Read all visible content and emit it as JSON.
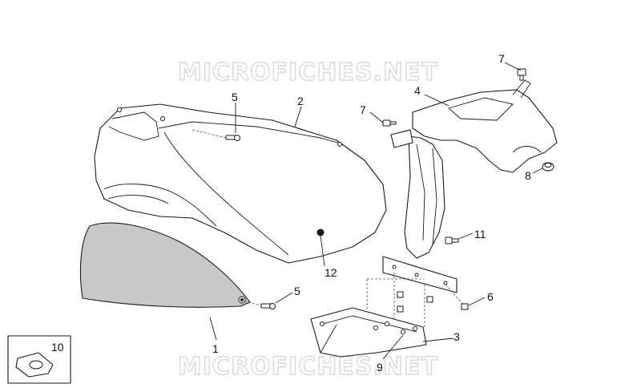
{
  "watermark": "MICROFICHES.NET",
  "callouts": {
    "c1": "1",
    "c2": "2",
    "c3": "3",
    "c4": "4",
    "c5a": "5",
    "c5b": "5",
    "c6": "6",
    "c7a": "7",
    "c7b": "7",
    "c8": "8",
    "c9": "9",
    "c10": "10",
    "c11": "11",
    "c12": "12"
  }
}
